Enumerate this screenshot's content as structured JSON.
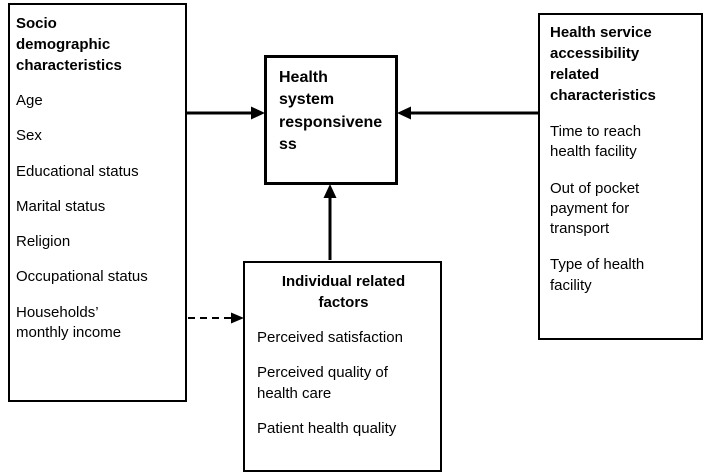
{
  "page": {
    "background_color": "#ffffff",
    "text_color": "#000000",
    "border_color": "#000000"
  },
  "diagram": {
    "boxes": {
      "socio": {
        "title": "Socio demographic characteristics",
        "items": [
          "Age",
          "Sex",
          "Educational status",
          "Marital status",
          "Religion",
          "Occupational status",
          "Households’ monthly income"
        ]
      },
      "responsiveness": {
        "title": "Health system responsiveness"
      },
      "accessibility": {
        "title": "Health service accessibility related characteristics",
        "items": [
          "Time to reach health facility",
          "Out of pocket payment for transport",
          "Type of health facility"
        ]
      },
      "individual": {
        "title": "Individual related factors",
        "items": [
          "Perceived satisfaction",
          "Perceived quality of health care",
          "Patient health quality"
        ]
      }
    },
    "arrows": [
      {
        "from": "socio",
        "to": "responsiveness",
        "style": "solid"
      },
      {
        "from": "accessibility",
        "to": "responsiveness",
        "style": "solid"
      },
      {
        "from": "individual",
        "to": "responsiveness",
        "style": "solid"
      },
      {
        "from": "socio",
        "to": "individual",
        "style": "dashed"
      }
    ]
  }
}
